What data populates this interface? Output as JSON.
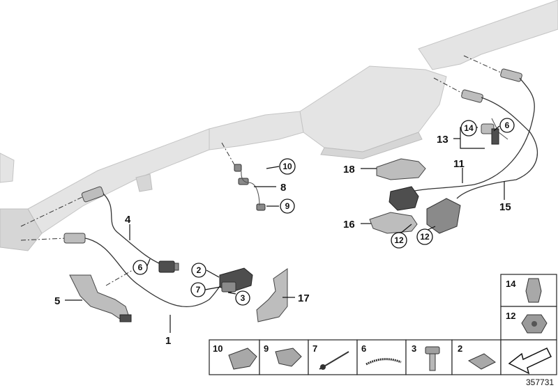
{
  "callouts": {
    "c1": "1",
    "c2": "2",
    "c3": "3",
    "c4": "4",
    "c5": "5",
    "c6a": "6",
    "c6b": "6",
    "c7": "7",
    "c8": "8",
    "c9": "9",
    "c10": "10",
    "c11": "11",
    "c12a": "12",
    "c12b": "12",
    "c13": "13",
    "c14": "14",
    "c15": "15",
    "c16": "16",
    "c17": "17",
    "c18": "18"
  },
  "parts_table": {
    "side": [
      "14",
      "12"
    ],
    "bottom": [
      "10",
      "9",
      "7",
      "6",
      "3",
      "2"
    ]
  },
  "doc_number": "357731"
}
